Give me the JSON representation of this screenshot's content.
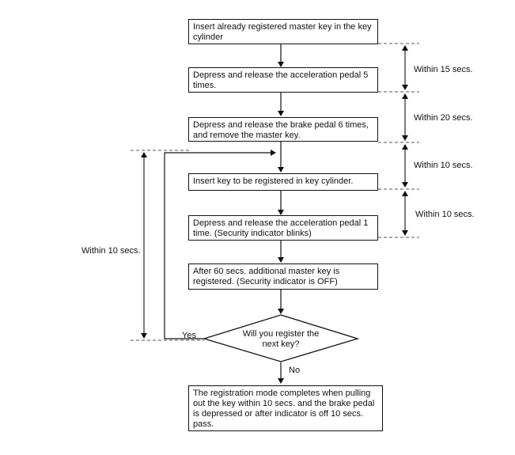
{
  "flowchart": {
    "steps": [
      {
        "text": "Insert already registered master key in the key cylinder"
      },
      {
        "text": "Depress and release the acceleration pedal 5 times."
      },
      {
        "text": "Depress and release the brake pedal 6 times, and remove the master key."
      },
      {
        "text": "Insert key to be registered in key cylinder."
      },
      {
        "text": "Depress and release the acceleration pedal 1 time. (Security indicator blinks)"
      },
      {
        "text": "After 60 secs. additional master key is registered. (Security indicator is OFF)"
      }
    ],
    "decision": {
      "text": "Will you register the next key?"
    },
    "yes_label": "Yes",
    "no_label": "No",
    "final": {
      "text": "The registration mode completes when pulling out the key within 10 secs. and the brake pedal is depressed or after indicator is off 10 secs. pass."
    },
    "timings": [
      {
        "text": "Within 15 secs."
      },
      {
        "text": "Within 20 secs."
      },
      {
        "text": "Within 10 secs."
      },
      {
        "text": "Within 10 secs."
      }
    ],
    "loop_timing": {
      "text": "Within 10 secs."
    }
  }
}
